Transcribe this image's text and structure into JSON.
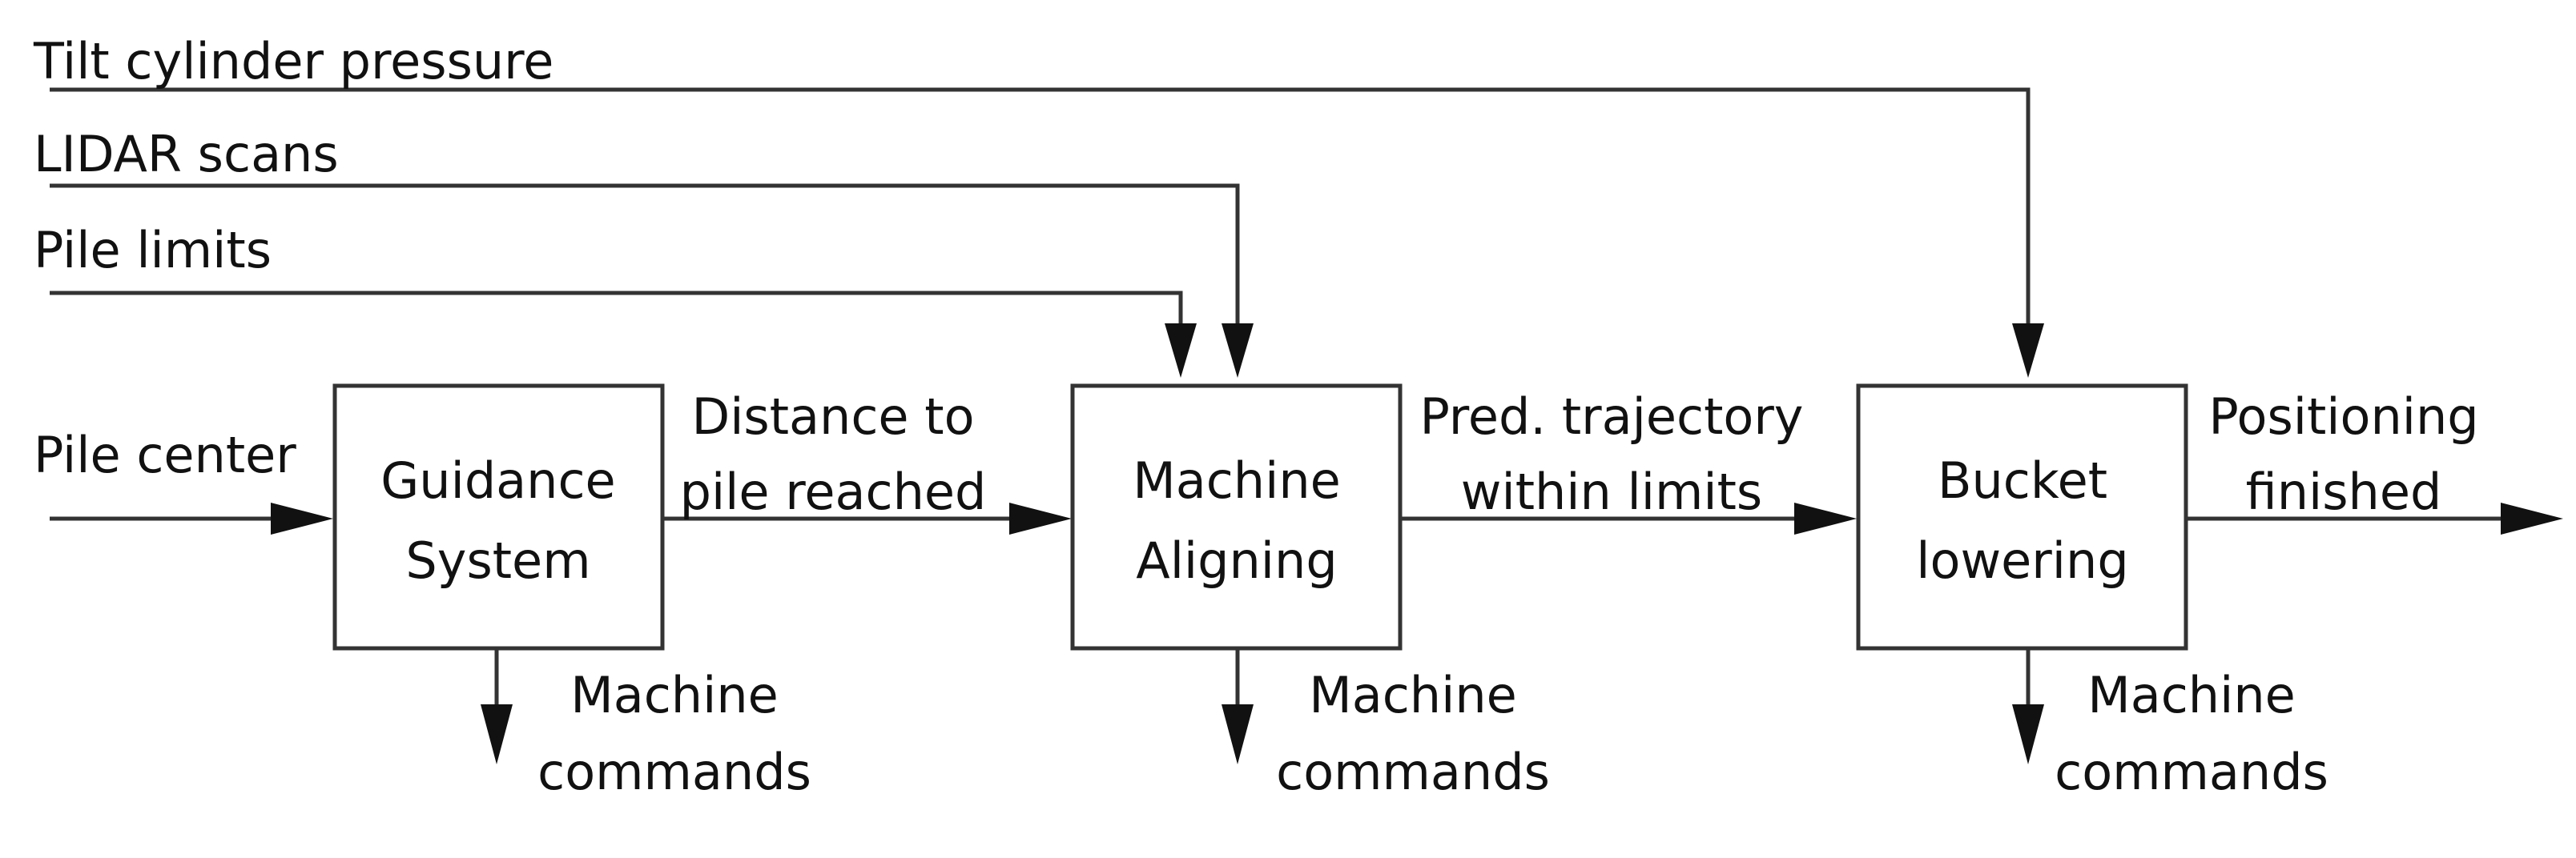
{
  "inputs": {
    "tilt": "Tilt cylinder pressure",
    "lidar": "LIDAR scans",
    "pile_limits": "Pile limits",
    "pile_center": "Pile center"
  },
  "blocks": {
    "guidance": {
      "line1": "Guidance",
      "line2": "System"
    },
    "aligning": {
      "line1": "Machine",
      "line2": "Aligning"
    },
    "lowering": {
      "line1": "Bucket",
      "line2": "lowering"
    }
  },
  "signals": {
    "distance": {
      "line1": "Distance to",
      "line2": "pile reached"
    },
    "trajectory": {
      "line1": "Pred. trajectory",
      "line2": "within limits"
    },
    "positioning": {
      "line1": "Positioning",
      "line2": "finished"
    }
  },
  "outputs": {
    "guidance": {
      "line1": "Machine",
      "line2": "commands"
    },
    "aligning": {
      "line1": "Machine",
      "line2": "commands"
    },
    "lowering": {
      "line1": "Machine",
      "line2": "commands"
    }
  }
}
